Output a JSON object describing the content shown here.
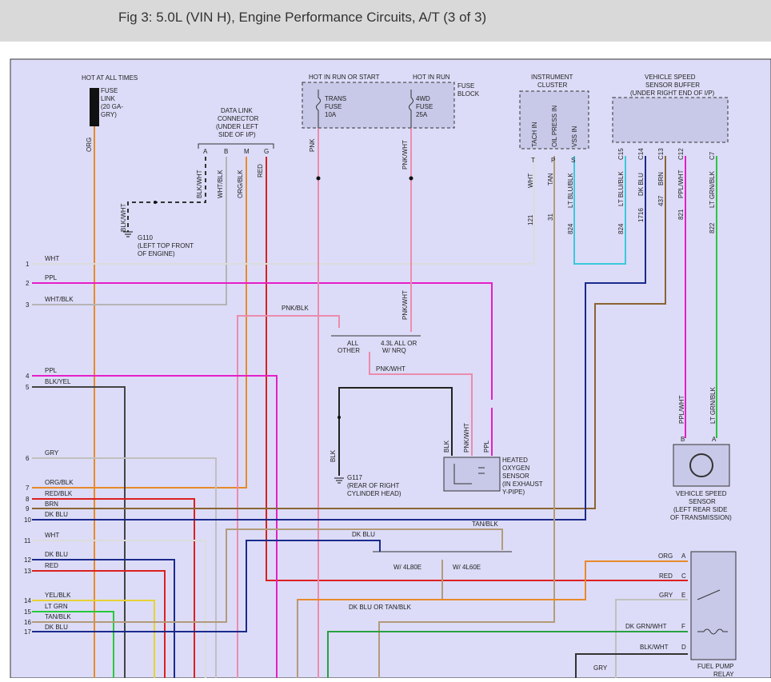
{
  "figure": {
    "title": "Fig 3: 5.0L (VIN H), Engine Performance Circuits, A/T (3 of 3)"
  },
  "colors": {
    "background": "#dcdcf8",
    "orange": "#e8892a",
    "magenta": "#e61ec8",
    "red": "#dc2020",
    "dark_blue": "#1a2a8c",
    "brown": "#8a6432",
    "gray": "#b4b4b4",
    "pink": "#ec8cac",
    "light_blue": "#3cc8dc",
    "light_green": "#28c83c",
    "yellow": "#e6d232",
    "tan": "#b49b78",
    "black": "#222222"
  },
  "labels": {
    "hot_all_times": "HOT AT ALL TIMES",
    "fuse_link": [
      "FUSE",
      "LINK",
      "(20 GA-",
      "GRY)"
    ],
    "hot_run_start": "HOT IN RUN OR START",
    "hot_run": "HOT IN RUN",
    "fuse_block": [
      "FUSE",
      "BLOCK"
    ],
    "trans_fuse": [
      "TRANS",
      "FUSE",
      "10A"
    ],
    "wd_fuse": [
      "4WD",
      "FUSE",
      "25A"
    ],
    "instrument_cluster": [
      "INSTRUMENT",
      "CLUSTER"
    ],
    "cluster_inputs": [
      "TACH IN",
      "OIL PRESS IN",
      "VSS IN"
    ],
    "vss_buffer": [
      "VEHICLE SPEED",
      "SENSOR BUFFER",
      "(UNDER RIGHT END OF I/P)"
    ],
    "dlc": [
      "DATA LINK",
      "CONNECTOR",
      "(UNDER LEFT",
      "SIDE OF I/P)"
    ],
    "dlc_pins": [
      "A",
      "B",
      "M",
      "G"
    ],
    "g110": [
      "G110",
      "(LEFT TOP FRONT",
      "OF ENGINE)"
    ],
    "g117": [
      "G117",
      "(REAR OF RIGHT",
      "CYLINDER HEAD)"
    ],
    "all_other": [
      "ALL",
      "OTHER"
    ],
    "l43": [
      "4.3L ALL OR",
      "W/ NRQ"
    ],
    "ho2s": [
      "HEATED",
      "OXYGEN",
      "SENSOR",
      "(IN EXHAUST",
      "Y-PIPE)"
    ],
    "vss": [
      "VEHICLE SPEED",
      "SENSOR",
      "(LEFT REAR SIDE",
      "OF TRANSMISSION)"
    ],
    "w_4l80e": "W/ 4L80E",
    "w_4l60e": "W/ 4L60E",
    "fuel_pump": "FUEL PUMP",
    "fuel_pump_cut": "RELAY"
  },
  "wire_labels": {
    "org": "ORG",
    "blk_wht": "BLK/WHT",
    "wht_blk": "WHT/BLK",
    "org_blk": "ORG/BLK",
    "red": "RED",
    "pnk": "PNK",
    "pnk_wht": "PNK/WHT",
    "pnk_blk": "PNK/BLK",
    "blk": "BLK",
    "ppl": "PPL",
    "dk_blu": "DK BLU",
    "tan_blk": "TAN/BLK",
    "dk_blu_or_tan_blk": "DK BLU OR TAN/BLK",
    "orange": "ORG",
    "gry": "GRY",
    "dk_grn_wht": "DK GRN/WHT",
    "ppl_wht": "PPL/WHT",
    "lt_grn_blk": "LT GRN/BLK"
  },
  "cluster_pins": [
    {
      "pin": "T",
      "circuit": "121",
      "color": "WHT"
    },
    {
      "pin": "P",
      "circuit": "31",
      "color": "TAN"
    },
    {
      "pin": "S",
      "circuit": "824",
      "color": "LT BLU/BLK"
    }
  ],
  "buffer_pins": [
    {
      "pin": "C15",
      "circuit": "824",
      "color": "LT BLU/BLK"
    },
    {
      "pin": "C14",
      "circuit": "1716",
      "color": "DK BLU"
    },
    {
      "pin": "C13",
      "circuit": "437",
      "color": "BRN"
    },
    {
      "pin": "C12",
      "circuit": "821",
      "color": "PPL/WHT"
    },
    {
      "pin": "C7",
      "circuit": "822",
      "color": "LT GRN/BLK"
    }
  ],
  "vss_pins": [
    "B",
    "A"
  ],
  "left_wires": [
    {
      "num": "1",
      "label": "WHT"
    },
    {
      "num": "2",
      "label": "PPL"
    },
    {
      "num": "3",
      "label": "WHT/BLK"
    },
    {
      "num": "4",
      "label": "PPL"
    },
    {
      "num": "5",
      "label": "BLK/YEL"
    },
    {
      "num": "6",
      "label": "GRY"
    },
    {
      "num": "7",
      "label": "ORG/BLK"
    },
    {
      "num": "8",
      "label": "RED/BLK"
    },
    {
      "num": "9",
      "label": "BRN"
    },
    {
      "num": "10",
      "label": "DK BLU"
    },
    {
      "num": "11",
      "label": "WHT"
    },
    {
      "num": "12",
      "label": "DK BLU"
    },
    {
      "num": "13",
      "label": "RED"
    },
    {
      "num": "14",
      "label": "YEL/BLK"
    },
    {
      "num": "15",
      "label": "LT GRN"
    },
    {
      "num": "16",
      "label": "TAN/BLK"
    },
    {
      "num": "17",
      "label": "DK BLU"
    }
  ],
  "relay_pins": [
    {
      "pin": "A",
      "wire": "ORG"
    },
    {
      "pin": "C",
      "wire": "RED"
    },
    {
      "pin": "E",
      "wire": "GRY"
    },
    {
      "pin": "F",
      "wire": "DK GRN/WHT"
    },
    {
      "pin": "D",
      "wire": "BLK/WHT"
    }
  ],
  "ho2s_pins": [
    "BLK",
    "PNK/WHT",
    "PPL"
  ]
}
